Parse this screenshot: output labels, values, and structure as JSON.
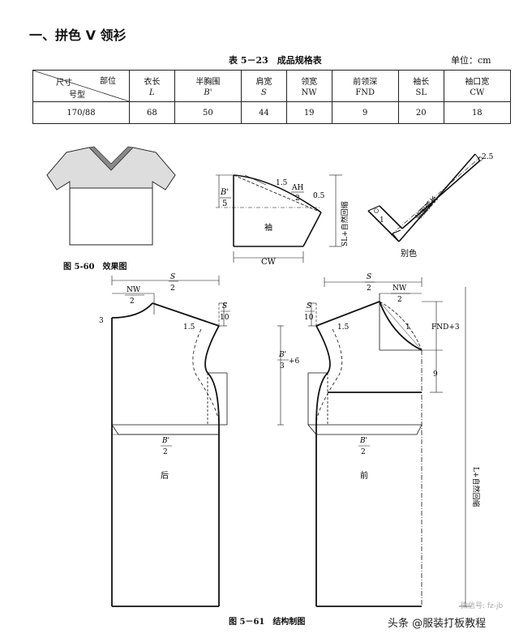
{
  "title": "一、拼色 V 领衫",
  "table": {
    "caption": "表 5－23　成品规格表",
    "unit": "单位：cm",
    "corner": {
      "a": "尺寸",
      "b": "部位",
      "c": "号型"
    },
    "headers": [
      {
        "name": "衣长",
        "sym": "L"
      },
      {
        "name": "半胸围",
        "sym": "B'"
      },
      {
        "name": "肩宽",
        "sym": "S"
      },
      {
        "name": "领宽",
        "sym": "NW"
      },
      {
        "name": "前领深",
        "sym": "FND"
      },
      {
        "name": "袖长",
        "sym": "SL"
      },
      {
        "name": "袖口宽",
        "sym": "CW"
      }
    ],
    "row": {
      "size": "170/88",
      "values": [
        "68",
        "50",
        "44",
        "19",
        "9",
        "20",
        "18"
      ]
    }
  },
  "fig60": {
    "caption": "图 5-60　效果图"
  },
  "fig61": {
    "caption": "图 5－61　结构制图"
  },
  "sleeve": {
    "label": "袖",
    "ah": "AH",
    "two": "2",
    "val_15": "1.5",
    "val_05": "0.5",
    "cw": "CW",
    "b_num": "B'",
    "b_den": "5",
    "sl_vertical": "SL+自然回缩"
  },
  "collar": {
    "val_25": "2.5",
    "val_1": "1",
    "text": "领围弧长",
    "bie": "别色"
  },
  "back": {
    "nw": "NW",
    "s": "S",
    "two": "2",
    "ten": "10",
    "val_3": "3",
    "val_15": "1.5",
    "b": "B'",
    "label": "后"
  },
  "front": {
    "s": "S",
    "nw": "NW",
    "two": "2",
    "ten": "10",
    "val_15": "1.5",
    "val_1": "1",
    "fnd": "FND+3",
    "b3": "B'",
    "three": "3",
    "plus6": "+6",
    "nine": "9",
    "b": "B'",
    "label": "前",
    "l_vertical": "L+自然回缩"
  },
  "watermark": {
    "main": "头条 @服装打板教程",
    "faint": "微信号: fz-jb"
  }
}
